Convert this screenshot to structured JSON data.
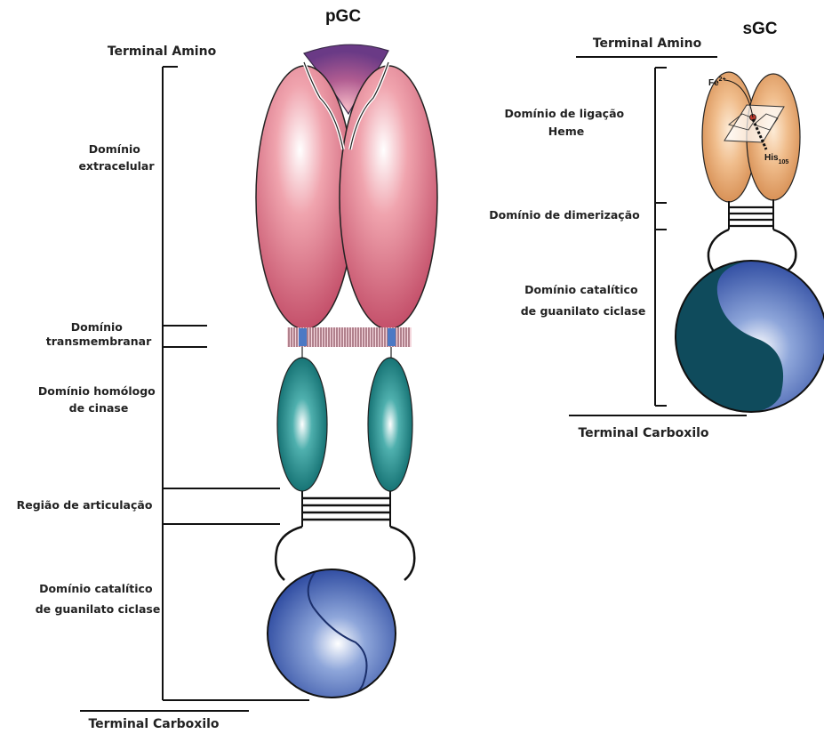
{
  "pgc": {
    "title": "pGC",
    "terminal_amino": "Terminal Amino",
    "terminal_carboxyl": "Terminal Carboxilo",
    "domains": {
      "extracellular": [
        "Domínio",
        "extracelular"
      ],
      "transmembrane": [
        "Domínio",
        "transmembranar"
      ],
      "kinase_homology": [
        "Domínio homólogo",
        "de cinase"
      ],
      "hinge": [
        "Região de articulação"
      ],
      "catalytic": [
        "Domínio catalítico",
        "de guanilato ciclase"
      ]
    }
  },
  "sgc": {
    "title": "sGC",
    "terminal_amino": "Terminal Amino",
    "terminal_carboxyl": "Terminal Carboxilo",
    "domains": {
      "heme_binding": [
        "Domínio de ligação",
        "Heme"
      ],
      "dimerization": [
        "Domínio de dimerização"
      ],
      "catalytic": [
        "Domínio catalítico",
        "de guanilato ciclase"
      ]
    },
    "heme": {
      "iron": "Fe",
      "iron_charge": "2+",
      "histidine": "His",
      "histidine_sub": "105"
    }
  },
  "colors": {
    "extracellular": "#d46a7e",
    "heme_domain": "#e9b07c",
    "kinase": "#1e7f80",
    "catalytic": "#3a56a8",
    "catalytic_dark": "#0f4b5c"
  }
}
